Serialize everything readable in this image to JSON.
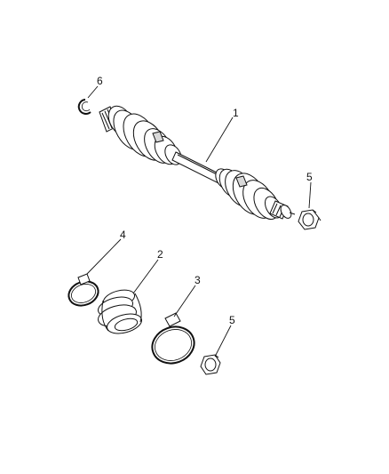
{
  "callouts": {
    "c1": "1",
    "c2": "2",
    "c3": "3",
    "c4": "4",
    "c5a": "5",
    "c5b": "5",
    "c6": "6"
  },
  "colors": {
    "line": "#111111",
    "fill_light": "#ffffff",
    "shade": "#d9d9d9"
  }
}
